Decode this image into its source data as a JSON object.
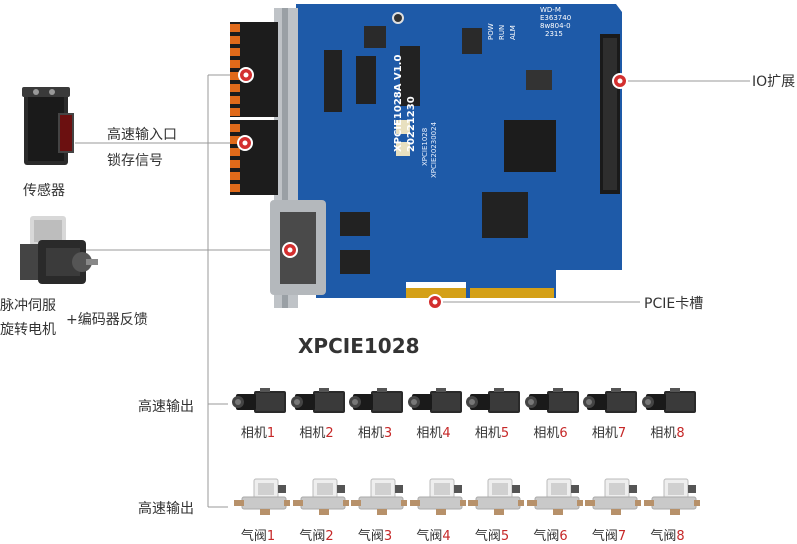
{
  "product_title": "XPCIE1028",
  "left_devices": {
    "sensor": {
      "label": "传感器",
      "signal_line1": "高速输入口",
      "signal_line2": "锁存信号"
    },
    "servo": {
      "label_line1": "脉冲伺服",
      "label_line2": "旋转电机",
      "signal": "+编码器反馈"
    }
  },
  "right_labels": {
    "io": "IO扩展",
    "pcie": "PCIE卡槽"
  },
  "board_silkscreen": {
    "model": "XPCIE1028A V1.0",
    "date": "20221230",
    "chip_code1": "XPCIE1028",
    "chip_code2": "XPCIE20230024",
    "led_pow": "POW",
    "led_run": "RUN",
    "led_alm": "ALM",
    "serial1": "WD-M",
    "serial2": "E363740",
    "serial3": "8w804-0",
    "serial4": "2315"
  },
  "cameras": {
    "row_label": "高速输出",
    "prefix": "相机",
    "items": [
      {
        "num": "1"
      },
      {
        "num": "2"
      },
      {
        "num": "3"
      },
      {
        "num": "4"
      },
      {
        "num": "5"
      },
      {
        "num": "6"
      },
      {
        "num": "7"
      },
      {
        "num": "8"
      }
    ]
  },
  "valves": {
    "row_label": "高速输出",
    "prefix": "气阀",
    "items": [
      {
        "num": "1"
      },
      {
        "num": "2"
      },
      {
        "num": "3"
      },
      {
        "num": "4"
      },
      {
        "num": "5"
      },
      {
        "num": "6"
      },
      {
        "num": "7"
      },
      {
        "num": "8"
      }
    ]
  },
  "colors": {
    "board": "#1e5aa8",
    "board_dark": "#17488a",
    "connector": "#e06a1a",
    "marker": "#d32f2f",
    "gold": "#d4a017",
    "line": "#999999",
    "number": "#c62828"
  }
}
